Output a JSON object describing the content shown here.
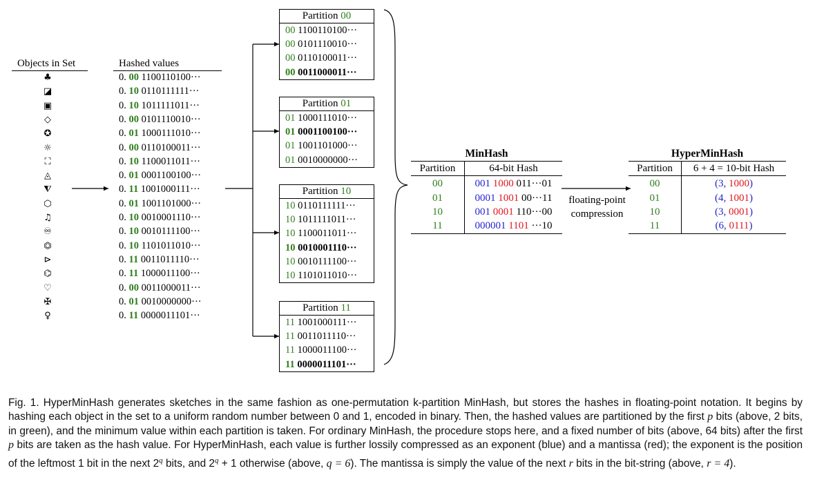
{
  "headers": {
    "objects": "Objects in Set",
    "hashed": "Hashed values"
  },
  "objects": [
    {
      "icon": "club-icon",
      "glyph": "♣"
    },
    {
      "icon": "half-filled-square-icon",
      "glyph": "◪"
    },
    {
      "icon": "square-in-square-icon",
      "glyph": "▣"
    },
    {
      "icon": "diamond-outline-icon",
      "glyph": "◇"
    },
    {
      "icon": "star-in-circle-icon",
      "glyph": "✪"
    },
    {
      "icon": "sun-icon",
      "glyph": "☼"
    },
    {
      "icon": "dotted-square-icon",
      "glyph": "⛶"
    },
    {
      "icon": "nested-triangle-icon",
      "glyph": "◬"
    },
    {
      "icon": "down-triangle-icon",
      "glyph": "⧨"
    },
    {
      "icon": "hexagon-icon",
      "glyph": "⬡"
    },
    {
      "icon": "music-note-icon",
      "glyph": "♫"
    },
    {
      "icon": "infinity-in-circle-icon",
      "glyph": "♾"
    },
    {
      "icon": "filled-hexagon-icon",
      "glyph": "⏣"
    },
    {
      "icon": "play-triangle-icon",
      "glyph": "⊳"
    },
    {
      "icon": "double-hexagon-icon",
      "glyph": "⌬"
    },
    {
      "icon": "heart-outline-icon",
      "glyph": "♡"
    },
    {
      "icon": "cross-icon",
      "glyph": "✠"
    },
    {
      "icon": "female-sign-icon",
      "glyph": "♀"
    }
  ],
  "hashed_values": [
    {
      "prefix": "0.",
      "part": "00",
      "rest": "1100110100···"
    },
    {
      "prefix": "0.",
      "part": "10",
      "rest": "0110111111···"
    },
    {
      "prefix": "0.",
      "part": "10",
      "rest": "1011111011···"
    },
    {
      "prefix": "0.",
      "part": "00",
      "rest": "0101110010···"
    },
    {
      "prefix": "0.",
      "part": "01",
      "rest": "1000111010···"
    },
    {
      "prefix": "0.",
      "part": "00",
      "rest": "0110100011···"
    },
    {
      "prefix": "0.",
      "part": "10",
      "rest": "1100011011···"
    },
    {
      "prefix": "0.",
      "part": "01",
      "rest": "0001100100···"
    },
    {
      "prefix": "0.",
      "part": "11",
      "rest": "1001000111···"
    },
    {
      "prefix": "0.",
      "part": "01",
      "rest": "1001101000···"
    },
    {
      "prefix": "0.",
      "part": "10",
      "rest": "0010001110···"
    },
    {
      "prefix": "0.",
      "part": "10",
      "rest": "0010111100···"
    },
    {
      "prefix": "0.",
      "part": "10",
      "rest": "1101011010···"
    },
    {
      "prefix": "0.",
      "part": "11",
      "rest": "0011011110···"
    },
    {
      "prefix": "0.",
      "part": "11",
      "rest": "1000011100···"
    },
    {
      "prefix": "0.",
      "part": "00",
      "rest": "0011000011···"
    },
    {
      "prefix": "0.",
      "part": "01",
      "rest": "0010000000···"
    },
    {
      "prefix": "0.",
      "part": "11",
      "rest": "0000011101···"
    }
  ],
  "partitions": [
    {
      "title_word": "Partition",
      "id": "00",
      "rows": [
        {
          "p": "00",
          "v": "1100110100···",
          "min": false
        },
        {
          "p": "00",
          "v": "0101110010···",
          "min": false
        },
        {
          "p": "00",
          "v": "0110100011···",
          "min": false
        },
        {
          "p": "00",
          "v": "0011000011···",
          "min": true
        }
      ]
    },
    {
      "title_word": "Partition",
      "id": "01",
      "rows": [
        {
          "p": "01",
          "v": "1000111010···",
          "min": false
        },
        {
          "p": "01",
          "v": "0001100100···",
          "min": true
        },
        {
          "p": "01",
          "v": "1001101000···",
          "min": false
        },
        {
          "p": "01",
          "v": "0010000000···",
          "min": false
        }
      ]
    },
    {
      "title_word": "Partition",
      "id": "10",
      "rows": [
        {
          "p": "10",
          "v": "0110111111···",
          "min": false
        },
        {
          "p": "10",
          "v": "1011111011···",
          "min": false
        },
        {
          "p": "10",
          "v": "1100011011···",
          "min": false
        },
        {
          "p": "10",
          "v": "0010001110···",
          "min": true
        },
        {
          "p": "10",
          "v": "0010111100···",
          "min": false
        },
        {
          "p": "10",
          "v": "1101011010···",
          "min": false
        }
      ]
    },
    {
      "title_word": "Partition",
      "id": "11",
      "rows": [
        {
          "p": "11",
          "v": "1001000111···",
          "min": false
        },
        {
          "p": "11",
          "v": "0011011110···",
          "min": false
        },
        {
          "p": "11",
          "v": "1000011100···",
          "min": false
        },
        {
          "p": "11",
          "v": "0000011101···",
          "min": true
        }
      ]
    }
  ],
  "minhash": {
    "title": "MinHash",
    "col1": "Partition",
    "col2": "64-bit Hash",
    "rows": [
      {
        "partition": "00",
        "blue": "001",
        "red": "1000",
        "black": "011···01"
      },
      {
        "partition": "01",
        "blue": "0001",
        "red": "1001",
        "black": "00···11"
      },
      {
        "partition": "10",
        "blue": "001",
        "red": "0001",
        "black": "110···00"
      },
      {
        "partition": "11",
        "blue": "000001",
        "red": "1101",
        "black": "···10"
      }
    ]
  },
  "compression_label": {
    "line1": "floating-point",
    "line2": "compression"
  },
  "hyperminhash": {
    "title": "HyperMinHash",
    "col1": "Partition",
    "col2": "6 + 4 = 10-bit Hash",
    "rows": [
      {
        "partition": "00",
        "exp": "3",
        "mant": "1000"
      },
      {
        "partition": "01",
        "exp": "4",
        "mant": "1001"
      },
      {
        "partition": "10",
        "exp": "3",
        "mant": "0001"
      },
      {
        "partition": "11",
        "exp": "6",
        "mant": "0111"
      }
    ]
  },
  "caption": {
    "s1": "Fig. 1. HyperMinHash generates sketches in the same fashion as one-permutation k-partition MinHash, but stores the hashes in floating-point notation. It begins by hashing each object in the set to a uniform random number between 0 and 1, encoded in binary. Then, the hashed values are partitioned by the first ",
    "v1": "p",
    "s2": " bits (above, 2 bits, in green), and the minimum value within each partition is taken. For ordinary MinHash, the procedure stops here, and a fixed number of bits (above, 64 bits) after the first ",
    "v2": "p",
    "s3": " bits are taken as the hash value. For HyperMinHash, each value is further lossily compressed as an exponent (blue) and a mantissa (red); the exponent is the position of the leftmost 1 bit in the next 2",
    "v3": "q",
    "s4": " bits, and 2",
    "v4": "q",
    "s5": " + 1 otherwise (above, ",
    "v5": "q = 6",
    "s6": "). The mantissa is simply the value of the next ",
    "v6": "r",
    "s7": " bits in the bit-string (above, ",
    "v7": "r = 4",
    "s8": ")."
  },
  "colors": {
    "partition_green": "#2e7d1b",
    "exponent_blue": "#1f1fcc",
    "mantissa_red": "#e0141e"
  }
}
